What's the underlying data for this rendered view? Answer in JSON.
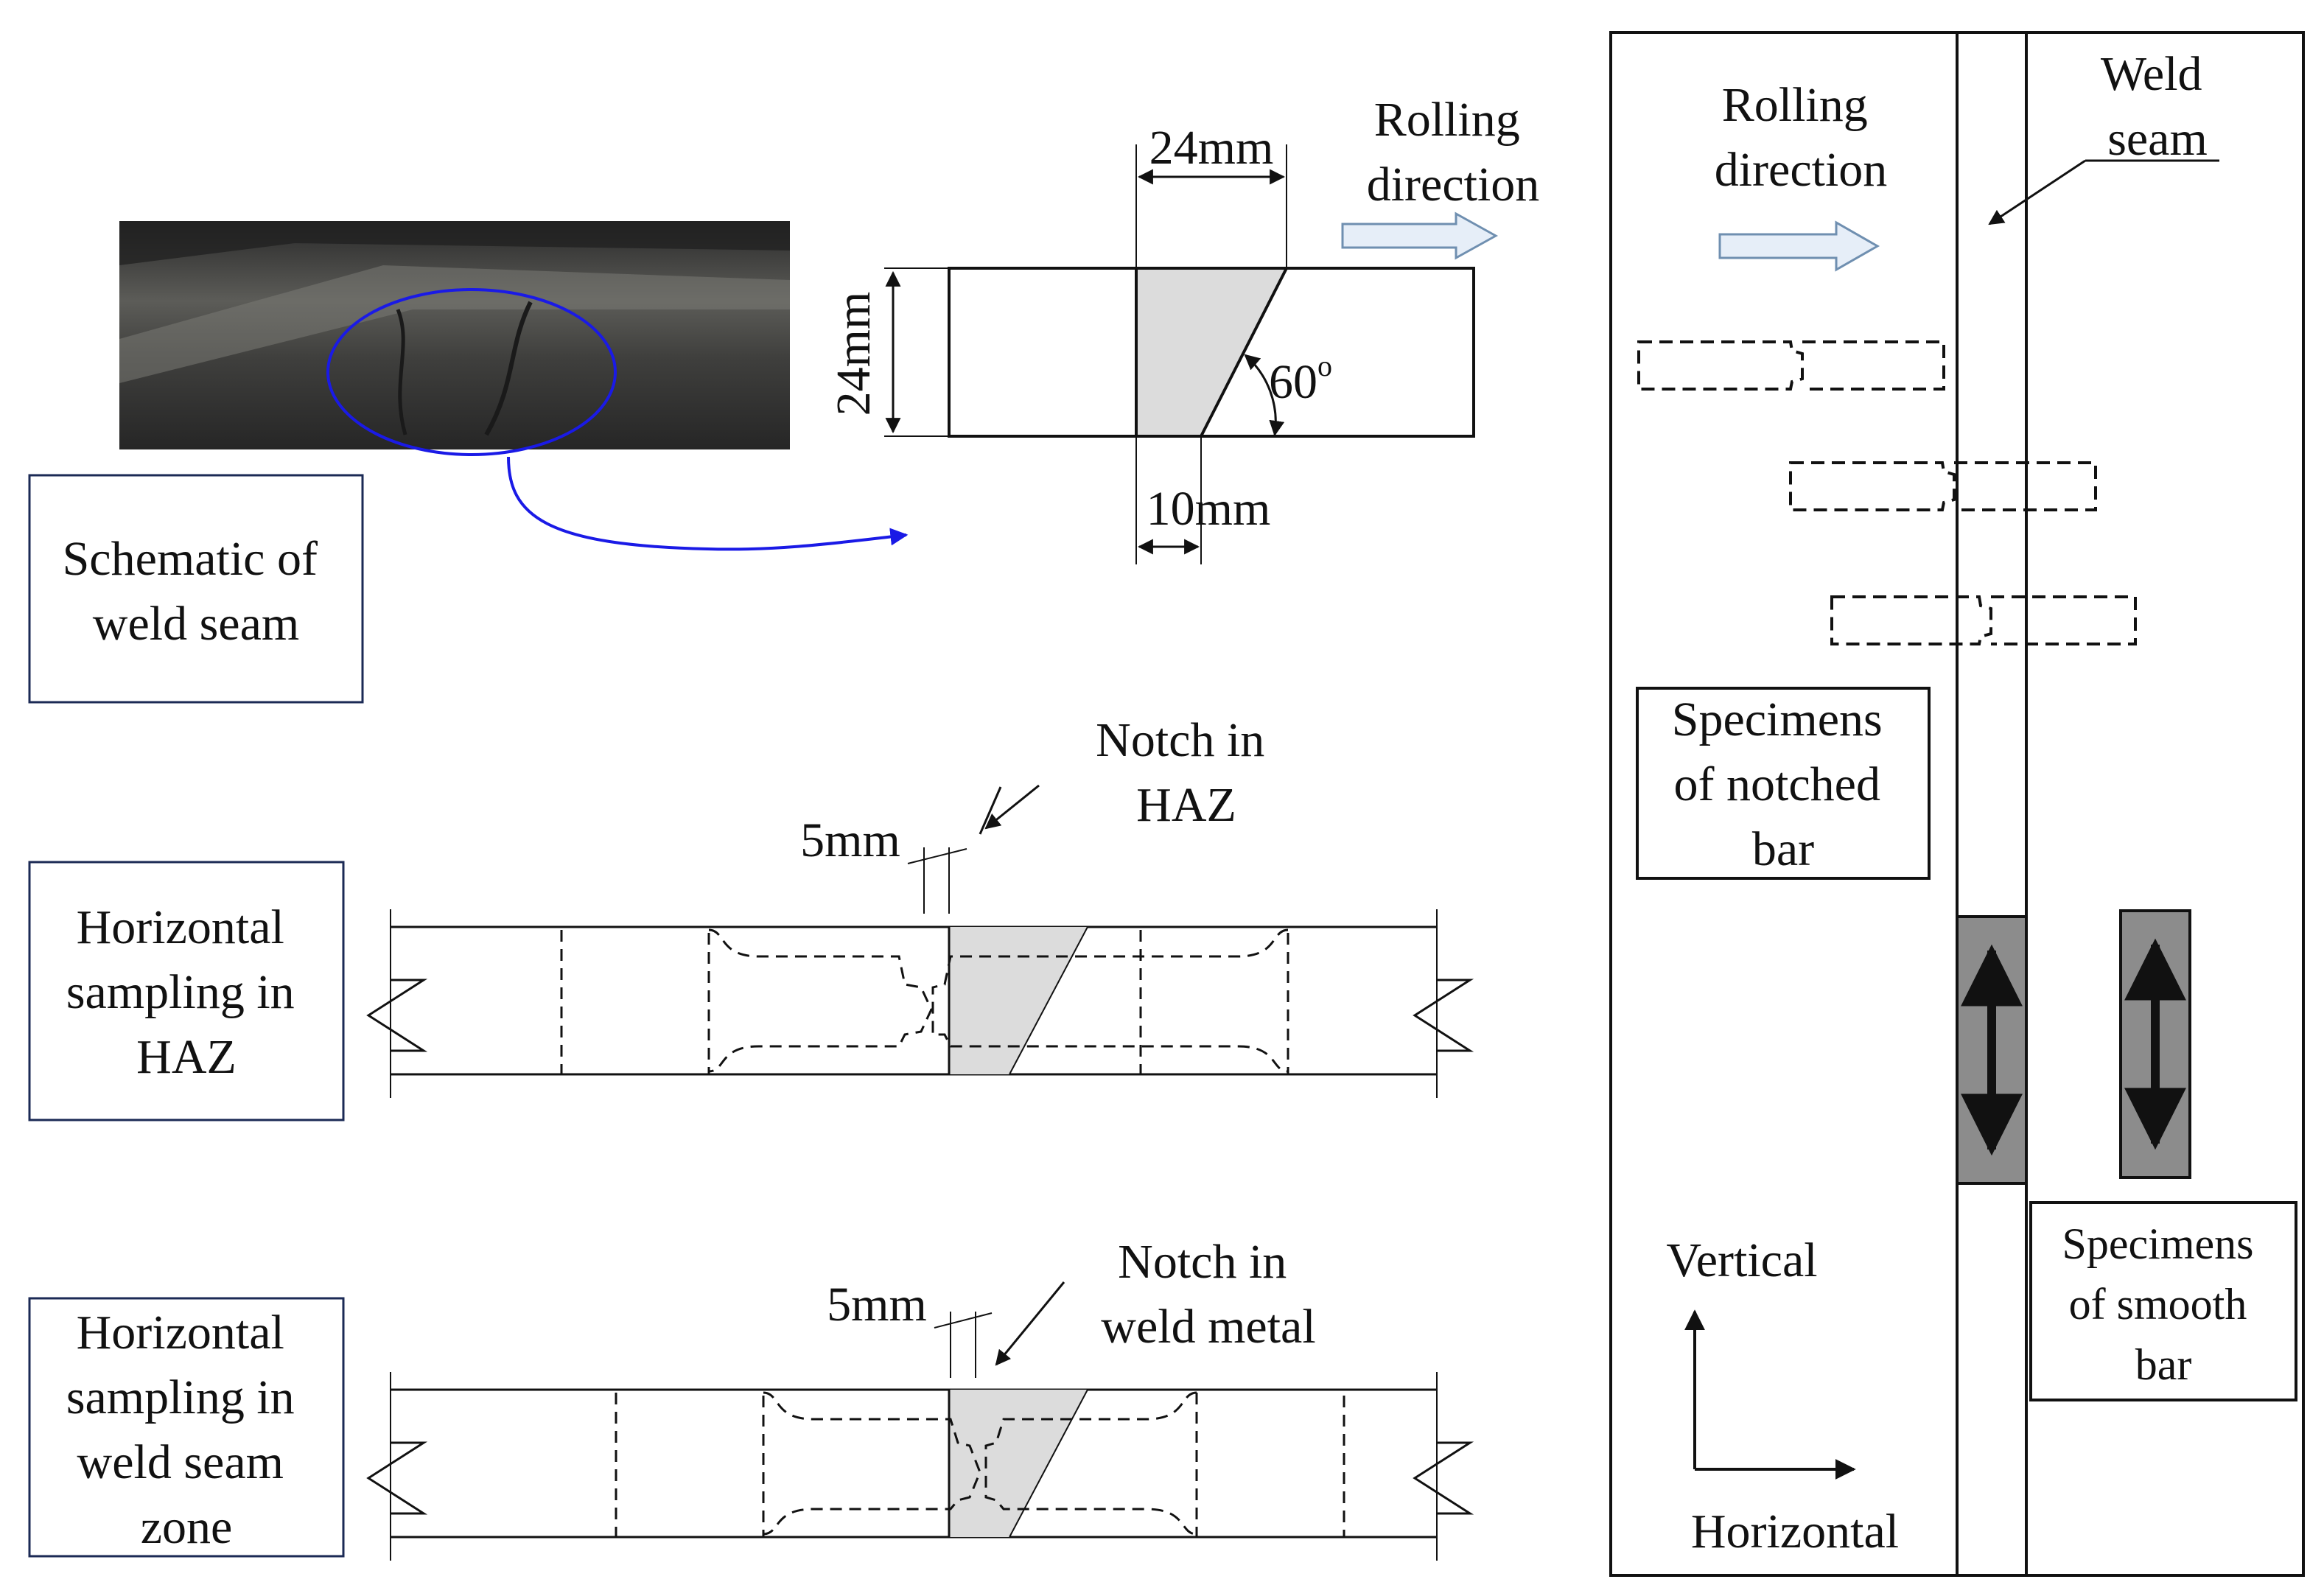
{
  "labels": {
    "schematic_box": [
      "Schematic of",
      "weld seam"
    ],
    "horizontal_haz_box": [
      "Horizontal",
      "sampling in",
      "HAZ"
    ],
    "horizontal_weld_box": [
      "Horizontal",
      "sampling in",
      "weld seam",
      "zone"
    ],
    "rolling_direction_left": [
      "Rolling",
      "direction"
    ],
    "rolling_direction_right": [
      "Rolling",
      "direction"
    ],
    "weld_seam": [
      "Weld",
      "seam"
    ],
    "notched_specimens": [
      "Specimens",
      "of notched",
      "bar"
    ],
    "smooth_specimens": [
      "Specimens",
      "of smooth",
      "bar"
    ],
    "notch_haz": [
      "Notch in",
      "HAZ"
    ],
    "notch_weld_metal": [
      "Notch in",
      "weld metal"
    ],
    "axis_vertical": "Vertical",
    "axis_horizontal": "Horizontal"
  },
  "dimensions": {
    "top_width": "24mm",
    "height": "24mm",
    "root_width": "10mm",
    "bevel_angle": "60",
    "bevel_angle_unit": "o",
    "notch_offset_haz": "5mm",
    "notch_offset_weld": "5mm"
  },
  "colors": {
    "line": "#111111",
    "weld_fill": "#dcdcdc",
    "highlight_blue": "#1a1ae6",
    "smooth_bar_fill": "#8c8c8c",
    "rolling_arrow_fill": "#e6eef8",
    "rolling_arrow_stroke": "#6f8fb0",
    "photo_dark": "#3a3a3a"
  }
}
